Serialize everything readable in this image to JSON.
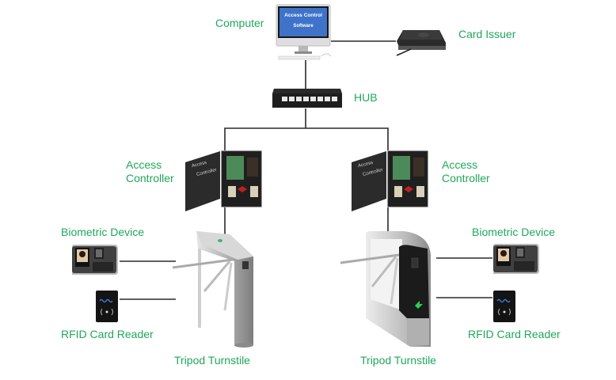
{
  "diagram": {
    "accent_color": "#1fa85a",
    "wire_color": "#2a2a2a",
    "nodes": {
      "computer": {
        "label": "Computer",
        "screen_line1": "Access Control",
        "screen_line2": "Software"
      },
      "card_issuer": {
        "label": "Card Issuer"
      },
      "hub": {
        "label": "HUB"
      },
      "controller_left": {
        "label_line1": "Access",
        "label_line2": "Controller",
        "door_line1": "Access",
        "door_line2": "Controller"
      },
      "controller_right": {
        "label_line1": "Access",
        "label_line2": "Controller",
        "door_line1": "Access",
        "door_line2": "Controller"
      },
      "biometric_left": {
        "label": "Biometric Device"
      },
      "biometric_right": {
        "label": "Biometric Device"
      },
      "rfid_left": {
        "label": "RFID Card Reader"
      },
      "rfid_right": {
        "label": "RFID Card Reader"
      },
      "turnstile_left": {
        "label": "Tripod Turnstile"
      },
      "turnstile_right": {
        "label": "Tripod Turnstile"
      }
    },
    "connections": [
      [
        "computer",
        "card_issuer"
      ],
      [
        "computer",
        "hub"
      ],
      [
        "hub",
        "controller_left"
      ],
      [
        "hub",
        "controller_right"
      ],
      [
        "controller_left",
        "turnstile_left"
      ],
      [
        "controller_right",
        "turnstile_right"
      ],
      [
        "biometric_left",
        "turnstile_left"
      ],
      [
        "rfid_left",
        "turnstile_left"
      ],
      [
        "biometric_right",
        "turnstile_right"
      ],
      [
        "rfid_right",
        "turnstile_right"
      ]
    ]
  }
}
